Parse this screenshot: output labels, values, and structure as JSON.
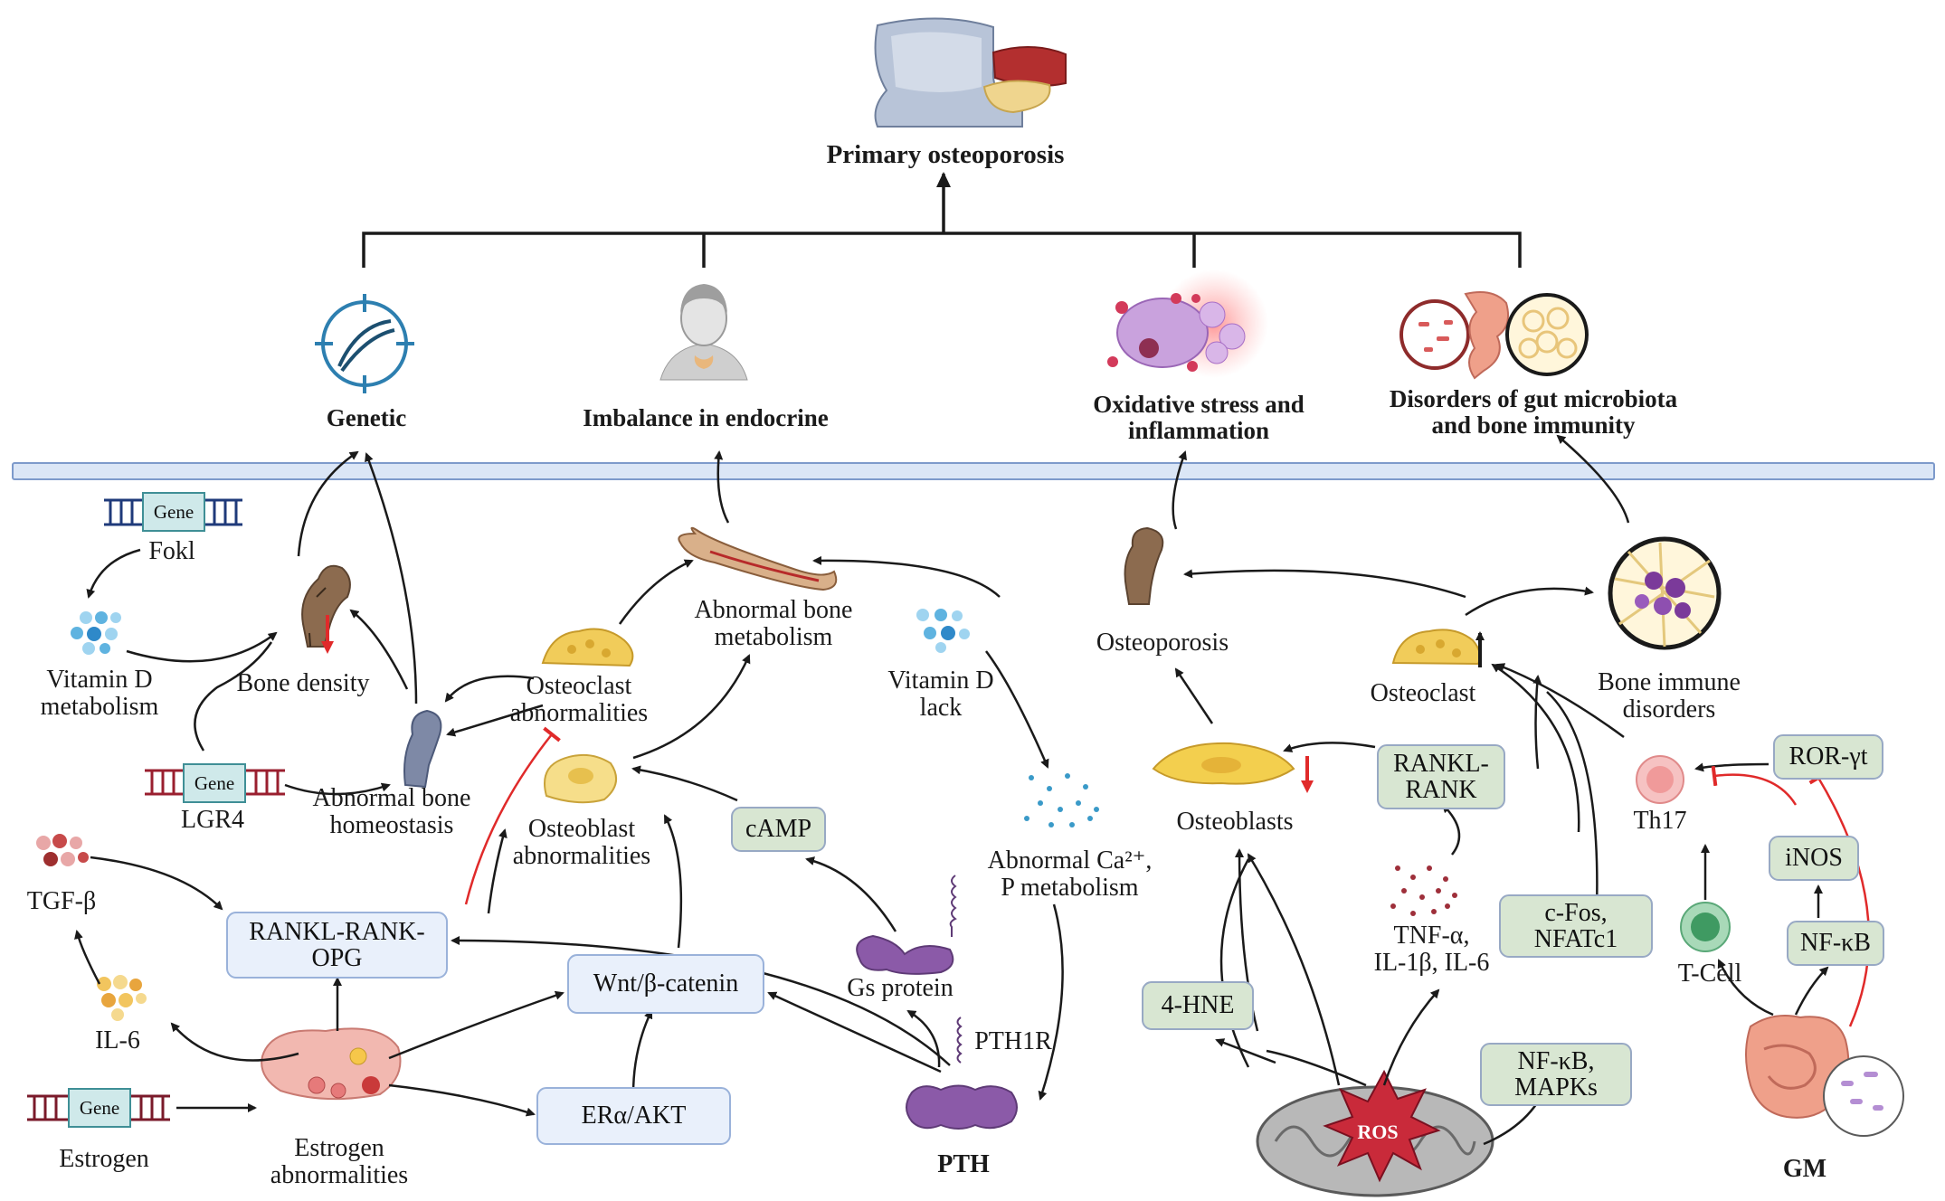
{
  "title": "Primary osteoporosis",
  "categories": {
    "genetic": "Genetic",
    "endocrine": "Imbalance in endocrine",
    "oxidative": "Oxidative stress and\ninflammation",
    "gut": "Disorders of gut microbiota\nand bone immunity"
  },
  "labels": {
    "fokl": "Fokl",
    "vitd_metabolism": "Vitamin D\nmetabolism",
    "bone_density": "Bone density",
    "lgr4": "LGR4",
    "abnormal_bone_homeostasis": "Abnormal bone\nhomeostasis",
    "osteoclast_abnormalities": "Osteoclast\nabnormalities",
    "osteoblast_abnormalities": "Osteoblast\nabnormalities",
    "abnormal_bone_metabolism": "Abnormal bone\nmetabolism",
    "vitd_lack": "Vitamin D\nlack",
    "abnormal_ca_p": "Abnormal Ca²⁺,\nP metabolism",
    "tgf_beta": "TGF-β",
    "il6": "IL-6",
    "estrogen": "Estrogen",
    "estrogen_abnormalities": "Estrogen\nabnormalities",
    "gs_protein": "Gs protein",
    "pth1r": "PTH1R",
    "pth": "PTH",
    "osteoporosis": "Osteoporosis",
    "osteoclast": "Osteoclast",
    "bone_immune_disorders": "Bone immune\ndisorders",
    "osteoblasts": "Osteoblasts",
    "cytokines": "TNF-α,\nIL-1β,  IL-6",
    "th17": "Th17",
    "tcell": "T-Cell",
    "gm": "GM",
    "ros": "ROS"
  },
  "boxes": {
    "rankl_rank_opg": "RANKL-RANK-\nOPG",
    "wnt": "Wnt/β-catenin",
    "er_akt": "ERα/AKT",
    "camp": "cAMP",
    "rankl_rank": "RANKL-\nRANK",
    "cfos": "c-Fos,\nNFATc1",
    "four_hne": "4-HNE",
    "nfkb_mapks": "NF-κB,\nMAPKs",
    "ror": "ROR-γt",
    "inos": "iNOS",
    "nfkb": "NF-κB"
  },
  "gene_label": "Gene",
  "colors": {
    "arrow": "#1a1a1a",
    "inhibition": "#e02a2a",
    "box_blue_fill": "#e9f0fb",
    "box_green_fill": "#d8e6d2",
    "divider_band": "#dbe6f6",
    "pth_purple": "#8b5aa8"
  },
  "icons": {
    "genetic": "dna-target-icon",
    "endocrine": "person-thyroid-icon",
    "oxidative": "inflammatory-cells-icon",
    "gut": "gut-bone-marrow-icon",
    "mitochondrion": "mitochondrion-ros-icon"
  }
}
